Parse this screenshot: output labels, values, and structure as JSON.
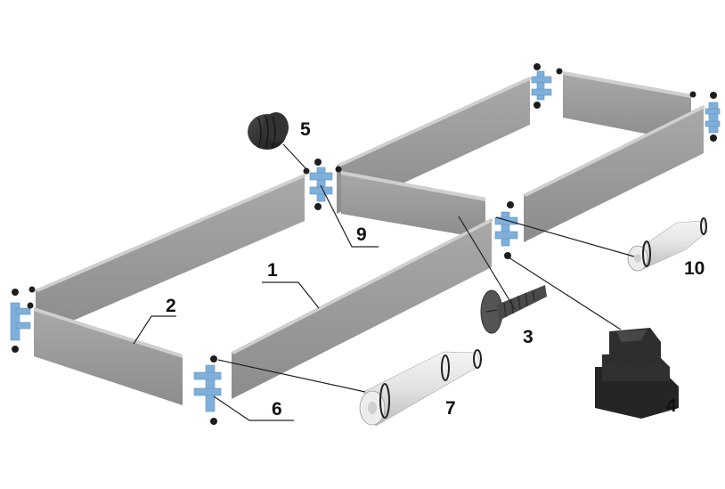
{
  "diagram": {
    "title": "",
    "parts": [
      {
        "id": "1",
        "label": "1",
        "part": "long-side-panel"
      },
      {
        "id": "2",
        "label": "2",
        "part": "short-side-panel"
      },
      {
        "id": "3",
        "label": "3",
        "part": "screw"
      },
      {
        "id": "4",
        "label": "4",
        "part": "foot-cap"
      },
      {
        "id": "5",
        "label": "5",
        "part": "ribbed-plug"
      },
      {
        "id": "6",
        "label": "6",
        "part": "corner-connector"
      },
      {
        "id": "7",
        "label": "7",
        "part": "long-pin"
      },
      {
        "id": "9",
        "label": "9",
        "part": "t-connector"
      },
      {
        "id": "10",
        "label": "10",
        "part": "short-pin"
      }
    ],
    "colors": {
      "panel_face": "#9b9b9b",
      "panel_top": "#c4c4c4",
      "connector": "#7fb0dc",
      "rubber": "#2c2c2c",
      "pin": "#e4e4e4"
    }
  }
}
